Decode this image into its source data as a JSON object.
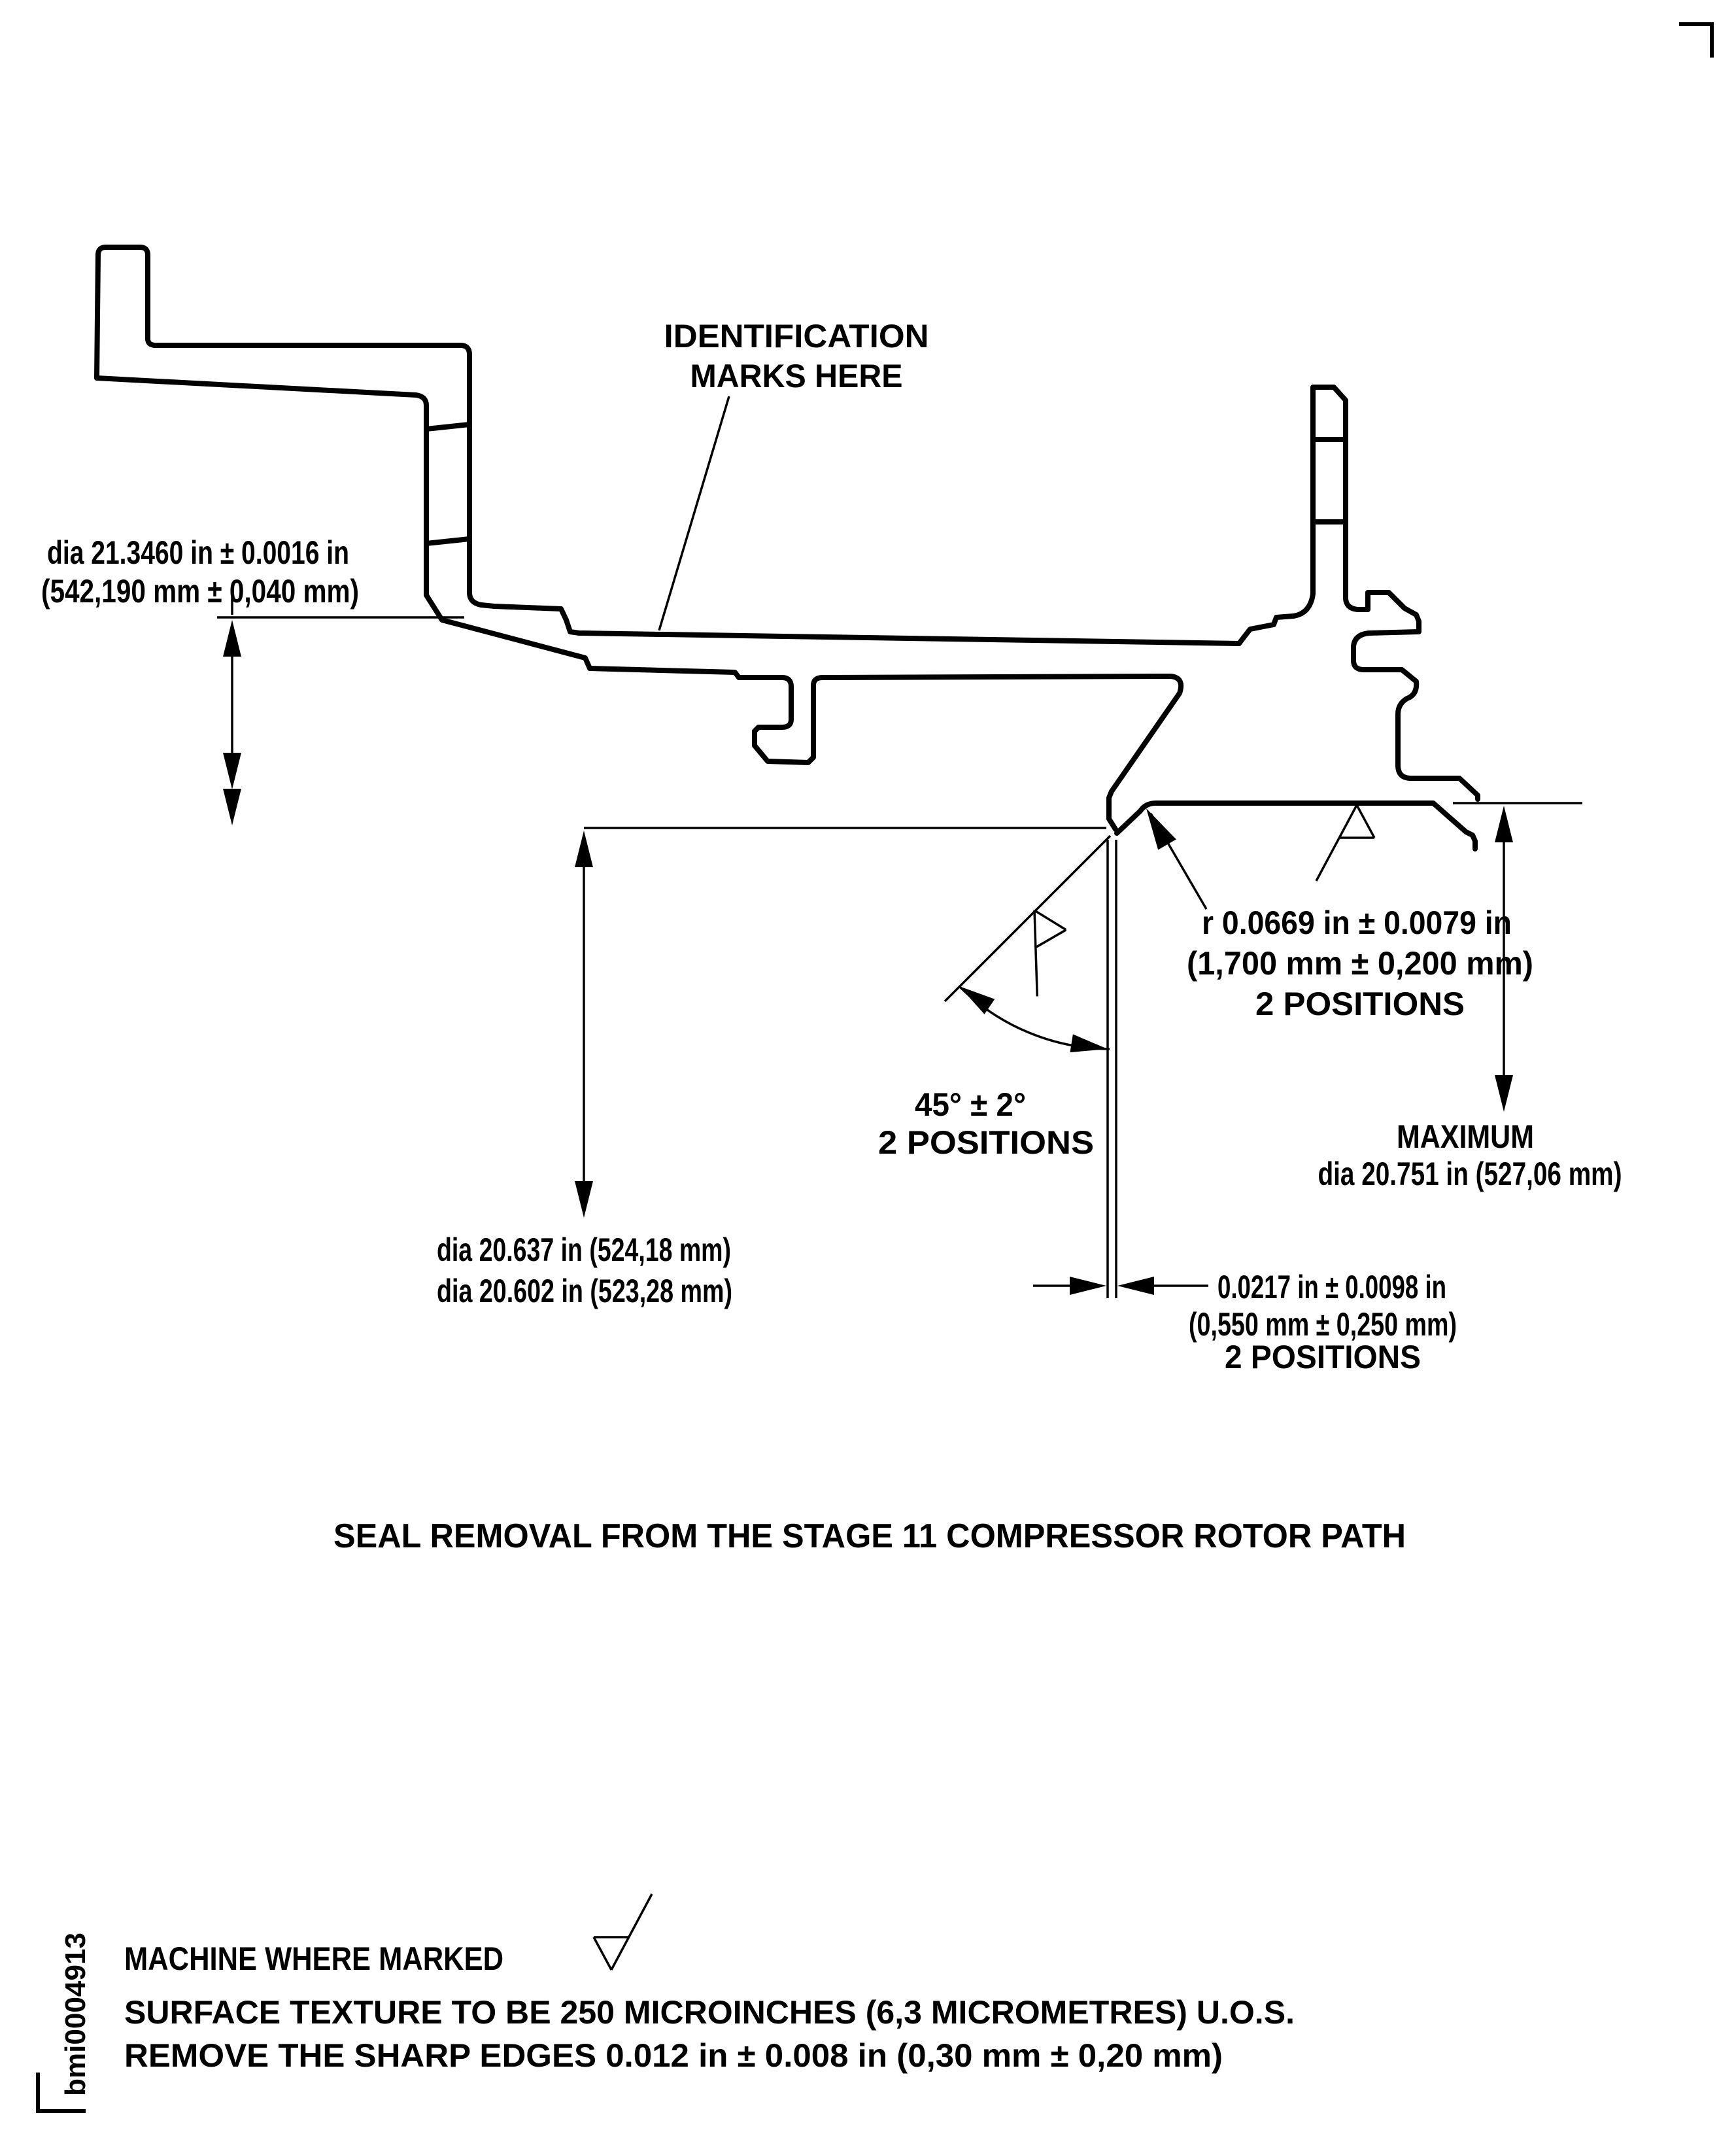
{
  "title": {
    "text": "SEAL REMOVAL FROM THE STAGE 11 COMPRESSOR ROTOR PATH"
  },
  "meta": {
    "figure_id": "bmi0004913"
  },
  "colors": {
    "ink": "#000000",
    "paper": "#ffffff"
  },
  "labels": {
    "dia_outer": {
      "line1": "dia 21.3460 in ± 0.0016 in",
      "line2": "(542,190 mm ± 0,040 mm)"
    },
    "id_marks": {
      "line1": "IDENTIFICATION",
      "line2": "MARKS HERE"
    },
    "radius": {
      "line1": "r 0.0669 in ± 0.0079 in",
      "line2": "(1,700 mm ± 0,200 mm)",
      "line3": "2 POSITIONS"
    },
    "angle": {
      "line1": "45° ± 2°",
      "line2": "2 POSITIONS"
    },
    "max_dia": {
      "line1": "MAXIMUM",
      "line2": "dia 20.751 in (527,06 mm)"
    },
    "dia_groove": {
      "line1": "dia 20.637 in (524,18 mm)",
      "line2": "dia 20.602 in (523,28 mm)"
    },
    "lip_width": {
      "line1": "0.0217 in ± 0.0098 in",
      "line2": "(0,550 mm ± 0,250 mm)",
      "line3": "2 POSITIONS"
    }
  },
  "notes": {
    "line1": "MACHINE WHERE MARKED",
    "line2": "SURFACE TEXTURE TO BE 250 MICROINCHES (6,3 MICROMETRES) U.O.S.",
    "line3": "REMOVE THE SHARP EDGES 0.012 in ± 0.008 in (0,30 mm ± 0,20 mm)"
  }
}
